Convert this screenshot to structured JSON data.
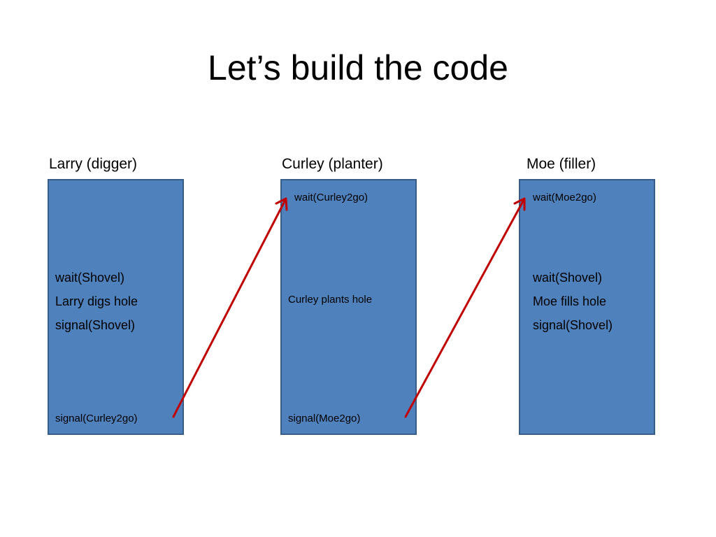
{
  "slide": {
    "title": "Let’s build the code"
  },
  "columns": [
    {
      "label": "Larry (digger)",
      "top_note": "",
      "middle_lines": [
        "wait(Shovel)",
        "Larry digs hole",
        "signal(Shovel)"
      ],
      "bottom_note": "signal(Curley2go)"
    },
    {
      "label": "Curley (planter)",
      "top_note": "wait(Curley2go)",
      "middle_lines": [
        "Curley plants hole"
      ],
      "bottom_note": "signal(Moe2go)"
    },
    {
      "label": "Moe (filler)",
      "top_note": "wait(Moe2go)",
      "middle_lines": [
        "wait(Shovel)",
        "Moe fills hole",
        "signal(Shovel)"
      ],
      "bottom_note": ""
    }
  ],
  "colors": {
    "box_fill": "#4f81bd",
    "box_border": "#385d8a",
    "arrow": "#c00000"
  }
}
